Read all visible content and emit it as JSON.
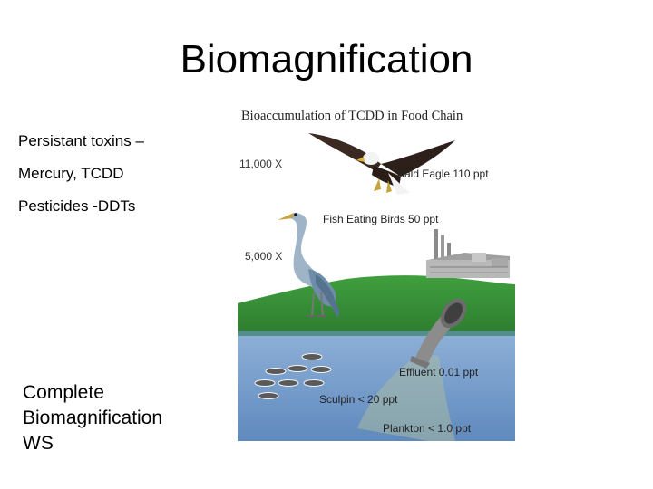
{
  "slide": {
    "title": "Biomagnification",
    "bullets": [
      "Persistant toxins –",
      "Mercury, TCDD",
      "Pesticides -DDTs"
    ],
    "note_lines": [
      "Complete",
      "Biomagnification",
      "WS"
    ]
  },
  "diagram": {
    "title": "Bioaccumulation of TCDD in Food Chain",
    "factor_top": "11,000 X",
    "factor_mid": "5,000 X",
    "labels": {
      "eagle": "Bald Eagle  110 ppt",
      "birds": "Fish Eating Birds 50 ppt",
      "effluent": "Effluent   0.01 ppt",
      "sculpin": "Sculpin < 20 ppt",
      "plankton": "Plankton < 1.0  ppt"
    },
    "colors": {
      "sky": "#ffffff",
      "land": "#3d9a3c",
      "water": "#7da4cf",
      "water_deep": "#5f89bd"
    }
  }
}
